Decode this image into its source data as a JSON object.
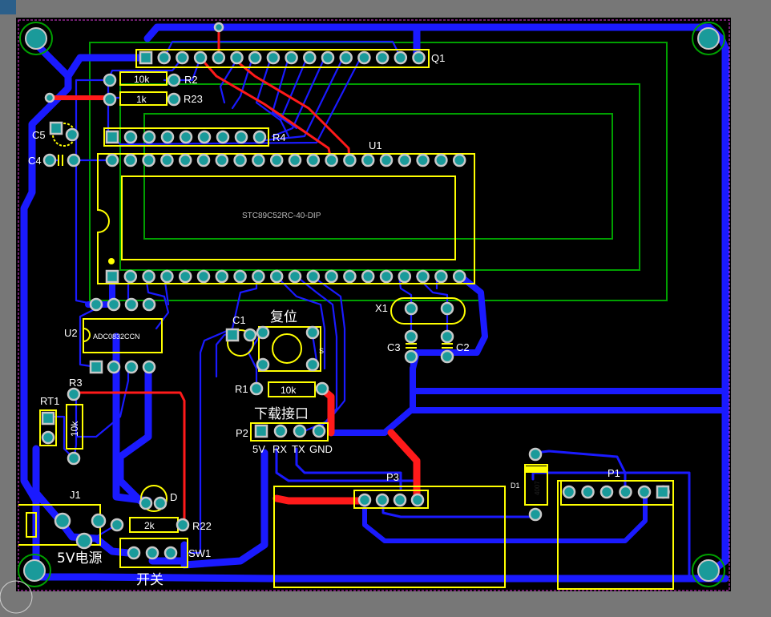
{
  "colors": {
    "background": "#777777",
    "board": "#000000",
    "bottom_trace": "#1a1aff",
    "top_trace": "#ff1a1a",
    "silkscreen": "#ffff00",
    "mechanical": "#00a000",
    "pad_ring": "#c8c8c8",
    "pad_fill": "#1a9a9a",
    "board_outline": "#e040e0"
  },
  "components": {
    "q1": "Q1",
    "u1": "U1",
    "u1_part": "STC89C52RC-40-DIP",
    "r2": "R2",
    "r2_value": "10k",
    "r23": "R23",
    "r23_value": "1k",
    "r4": "R4",
    "c5": "C5",
    "c4": "C4",
    "u2": "U2",
    "u2_part": "ADC0832CCN",
    "r3": "R3",
    "r3_value": "10k",
    "rt1": "RT1",
    "j1": "J1",
    "j1_caption": "5V电源",
    "d": "D",
    "r22": "R22",
    "r22_value": "2k",
    "sw1": "SW1",
    "sw1_caption": "开关",
    "c1": "C1",
    "reset_caption": "复位",
    "s_label": "S",
    "r1": "R1",
    "r1_value": "10k",
    "download_caption": "下载接口",
    "p2": "P2",
    "p2_pins": [
      "5V",
      "RX",
      "TX",
      "GND"
    ],
    "x1": "X1",
    "c3": "C3",
    "c2": "C2",
    "p3": "P3",
    "d1": "D1",
    "d1_part": "4007",
    "p1": "P1"
  }
}
